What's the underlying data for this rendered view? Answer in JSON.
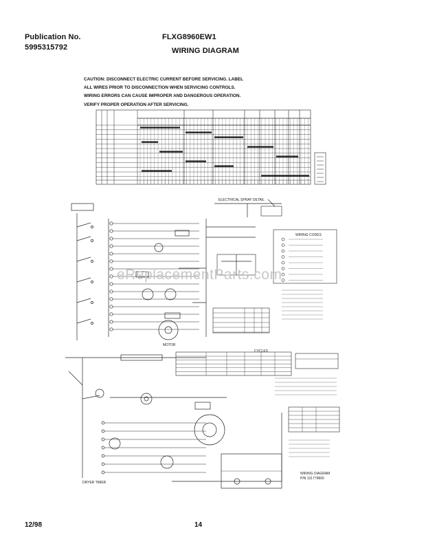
{
  "header": {
    "publication_label": "Publication No.",
    "publication_number": "5995315792",
    "model": "FLXG8960EW1",
    "title": "WIRING DIAGRAM"
  },
  "caution": [
    "CAUTION: DISCONNECT ELECTRIC CURRENT BEFORE SERVICING. LABEL",
    "ALL WIRES PRIOR TO DISCONNECTION WHEN SERVICING CONTROLS.",
    "WIRING ERRORS CAN CAUSE IMPROPER AND DANGEROUS OPERATION.",
    "VERIFY PROPER OPERATION AFTER SERVICING."
  ],
  "labels": {
    "detail": "ELECTRICAL SPRAY DETAIL",
    "symbols": "WIRING CODES",
    "cycles": "CYCLES",
    "dryer_timer": "DRYER TIMER",
    "motor": "MOTOR",
    "diagram_ref_1": "WIRING DIAGRAM",
    "diagram_ref_2": "P/N 131779800"
  },
  "watermark": "eReplacementParts.com",
  "footer": {
    "date": "12/98",
    "page": "14"
  }
}
